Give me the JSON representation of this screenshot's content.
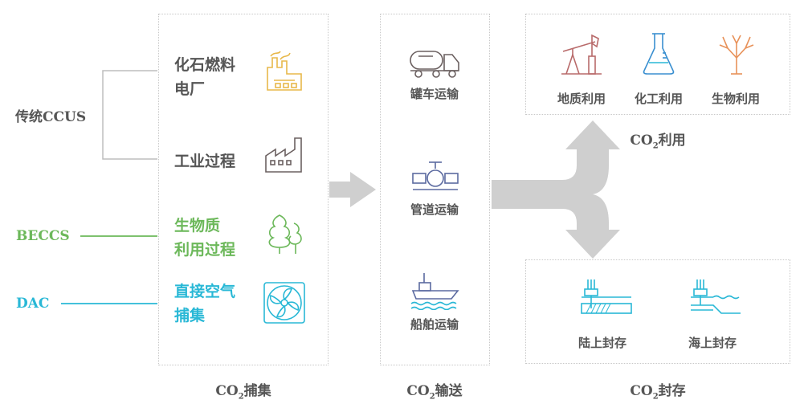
{
  "categories": {
    "ccus": "传统CCUS",
    "beccs": "BECCS",
    "dac": "DAC"
  },
  "capture": {
    "sources": [
      {
        "label": "化石燃料电厂",
        "line1": "化石燃料",
        "line2": "电厂",
        "icon": "power-plant-icon",
        "color": "#e8b84a"
      },
      {
        "label": "工业过程",
        "line1": "工业过程",
        "line2": "",
        "icon": "factory-icon",
        "color": "#6b6060"
      },
      {
        "label": "生物质利用过程",
        "line1": "生物质",
        "line2": "利用过程",
        "icon": "trees-icon",
        "color": "#6cb85a"
      },
      {
        "label": "直接空气捕集",
        "line1": "直接空气",
        "line2": "捕集",
        "icon": "fan-icon",
        "color": "#29b8d6"
      }
    ],
    "stage_prefix": "CO",
    "stage_sub": "2",
    "stage_suffix": "捕集"
  },
  "transport": {
    "items": [
      "罐车运输",
      "管道运输",
      "船舶运输"
    ],
    "stage_prefix": "CO",
    "stage_sub": "2",
    "stage_suffix": "输送"
  },
  "utilization": {
    "items": [
      "地质利用",
      "化工利用",
      "生物利用"
    ],
    "stage_prefix": "CO",
    "stage_sub": "2",
    "stage_suffix": "利用"
  },
  "storage": {
    "items": [
      "陆上封存",
      "海上封存"
    ],
    "stage_prefix": "CO",
    "stage_sub": "2",
    "stage_suffix": "封存"
  },
  "colors": {
    "ccus": "#555555",
    "beccs": "#6cb85a",
    "dac": "#29b8d6",
    "arrow": "#cfcfcf",
    "bracket": "#bdbdbd"
  }
}
